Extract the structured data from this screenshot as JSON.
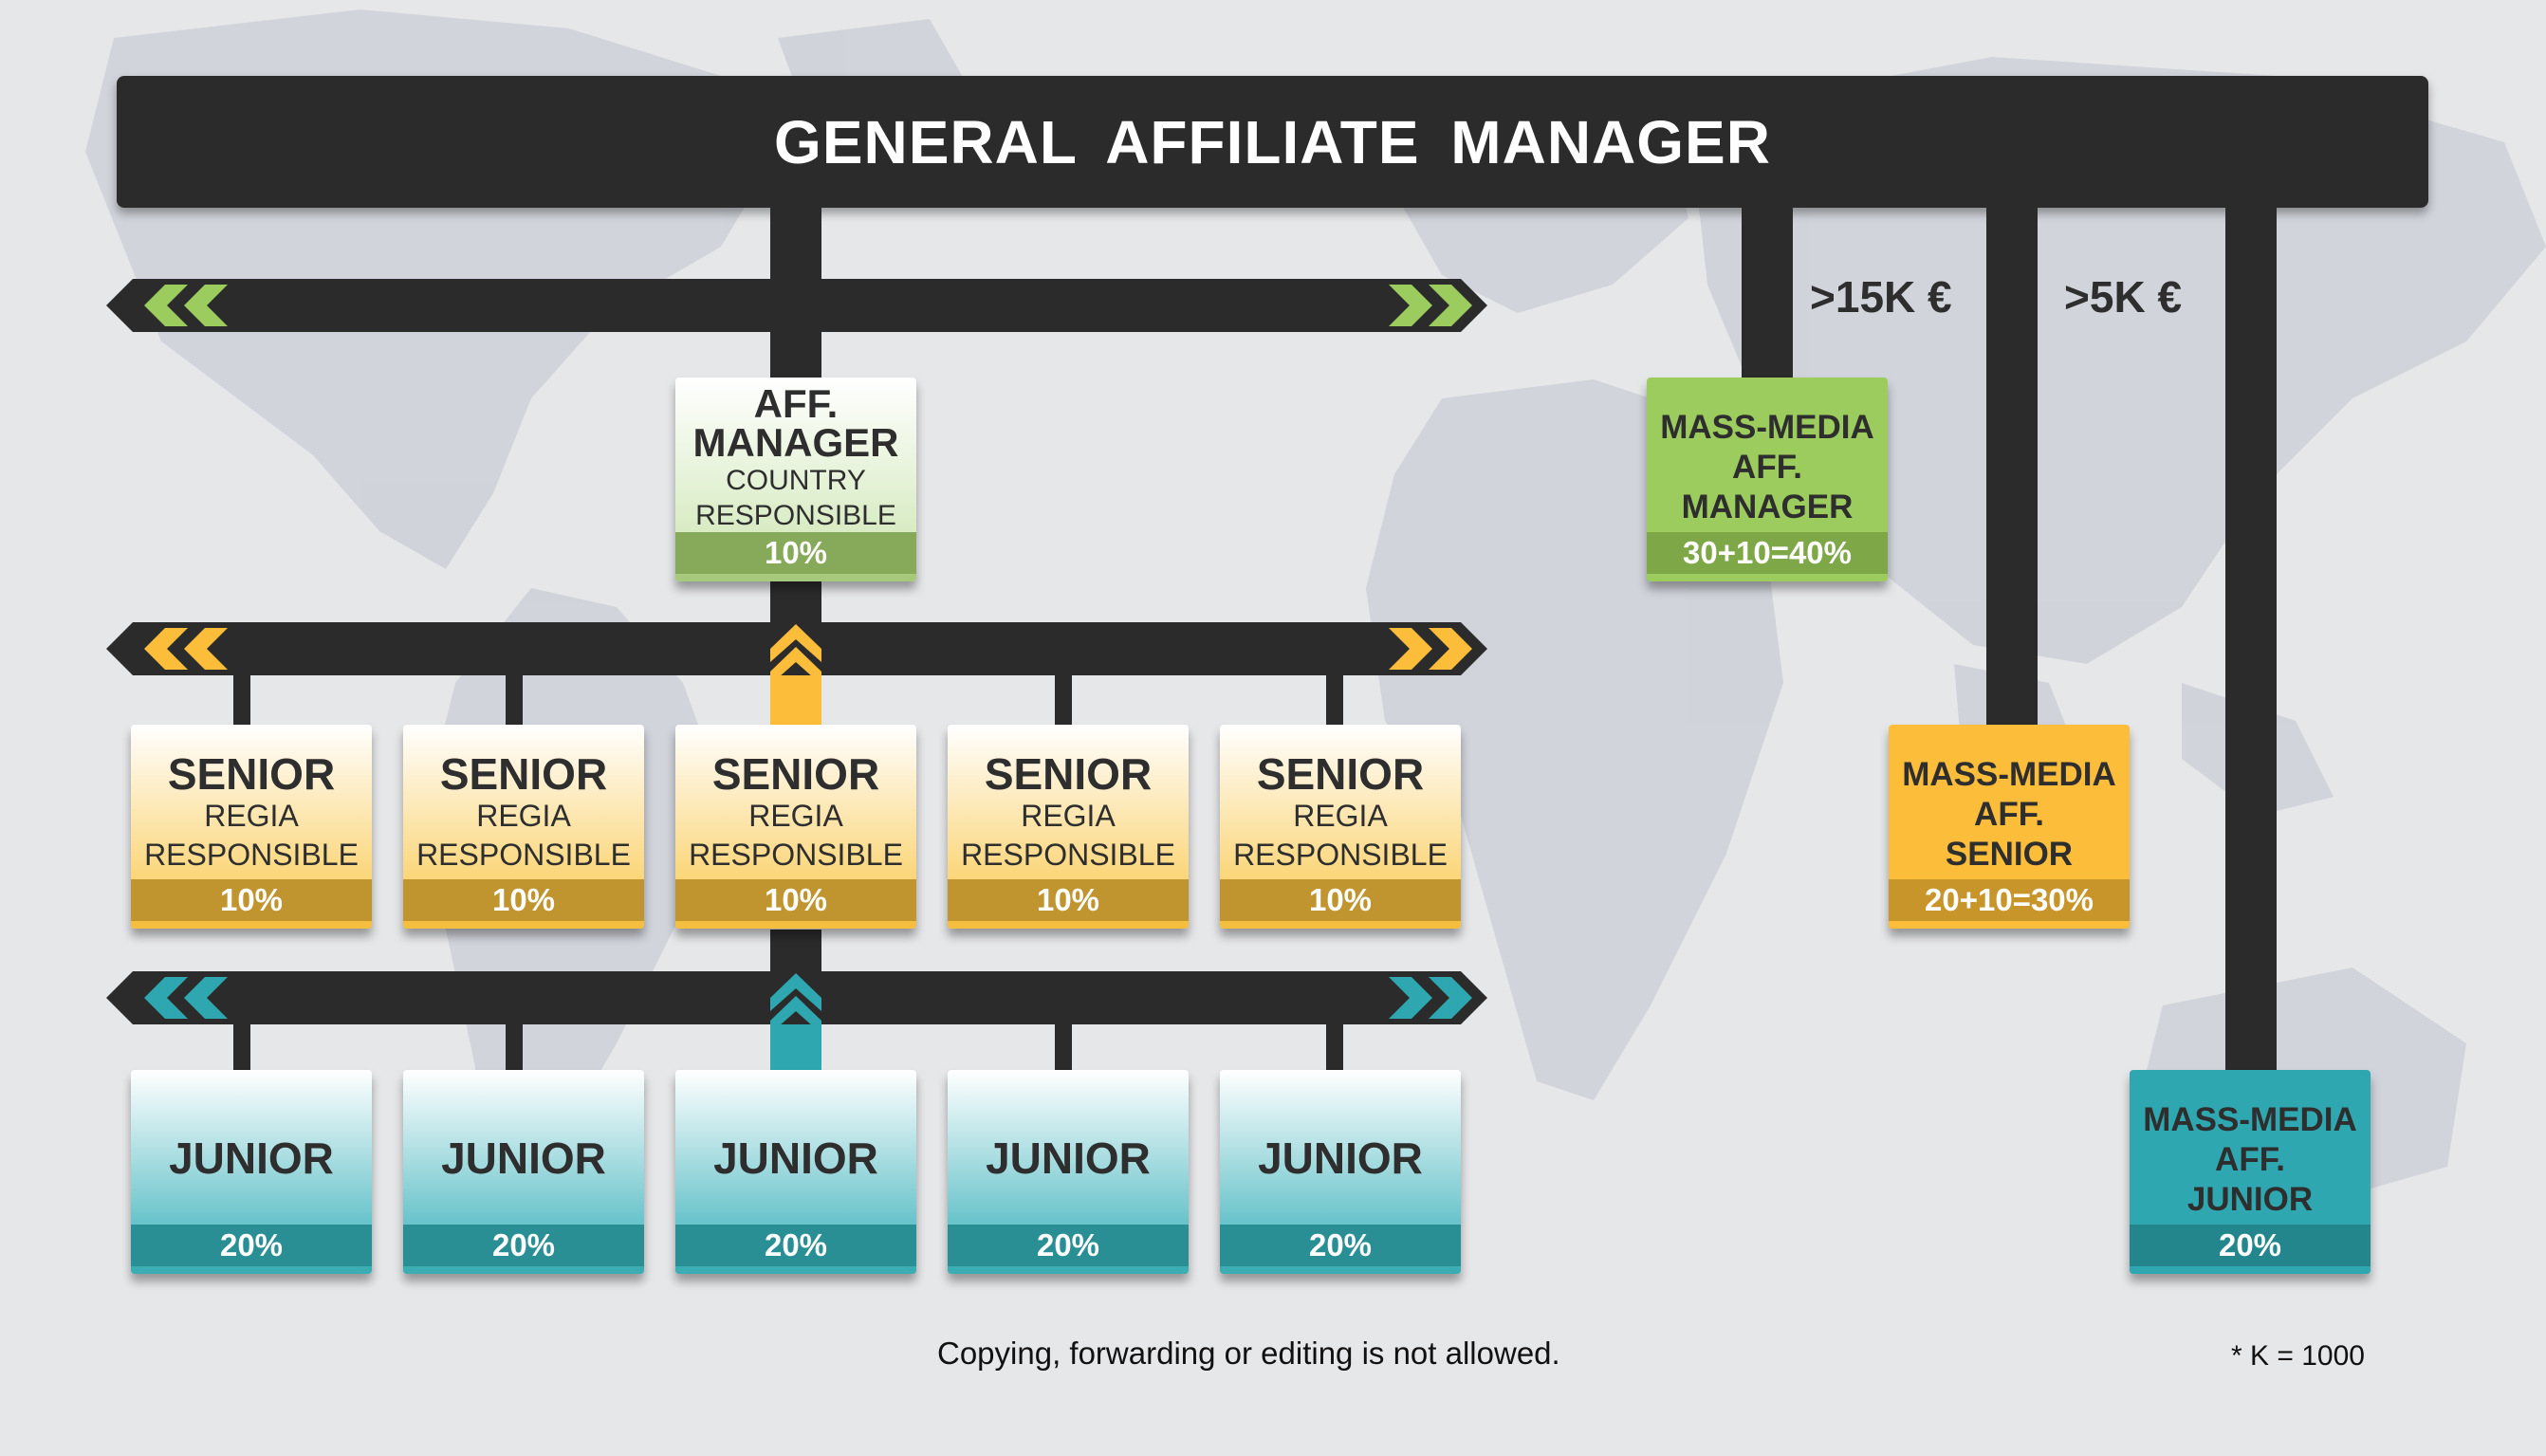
{
  "header": {
    "title": "GENERAL  AFFILIATE  MANAGER"
  },
  "manager": {
    "title_line1": "AFF.",
    "title_line2": "MANAGER",
    "line3": "COUNTRY",
    "line4": "RESPONSIBLE",
    "percent": "10%"
  },
  "seniors": [
    {
      "title": "SENIOR",
      "line2": "REGIA",
      "line3": "RESPONSIBLE",
      "percent": "10%"
    },
    {
      "title": "SENIOR",
      "line2": "REGIA",
      "line3": "RESPONSIBLE",
      "percent": "10%"
    },
    {
      "title": "SENIOR",
      "line2": "REGIA",
      "line3": "RESPONSIBLE",
      "percent": "10%"
    },
    {
      "title": "SENIOR",
      "line2": "REGIA",
      "line3": "RESPONSIBLE",
      "percent": "10%"
    },
    {
      "title": "SENIOR",
      "line2": "REGIA",
      "line3": "RESPONSIBLE",
      "percent": "10%"
    }
  ],
  "juniors": [
    {
      "title": "JUNIOR",
      "percent": "20%"
    },
    {
      "title": "JUNIOR",
      "percent": "20%"
    },
    {
      "title": "JUNIOR",
      "percent": "20%"
    },
    {
      "title": "JUNIOR",
      "percent": "20%"
    },
    {
      "title": "JUNIOR",
      "percent": "20%"
    }
  ],
  "massmedia": {
    "manager": {
      "line1": "MASS-MEDIA",
      "line2": "AFF.",
      "line3": "MANAGER",
      "percent": "30+10=40%"
    },
    "senior": {
      "line1": "MASS-MEDIA",
      "line2": "AFF.",
      "line3": "SENIOR",
      "percent": "20+10=30%"
    },
    "junior": {
      "line1": "MASS-MEDIA",
      "line2": "AFF.",
      "line3": "JUNIOR",
      "percent": "20%"
    }
  },
  "thresholds": {
    "first": ">15K €",
    "second": ">5K €"
  },
  "footer": {
    "copyright": "Copying, forwarding or editing is not allowed.",
    "note": "* K = 1000"
  },
  "colors": {
    "dark": "#2b2b2b",
    "green": "#9ccb5e",
    "orange": "#fbbd3a",
    "teal": "#2fa7b0",
    "background": "#e6e7e9"
  }
}
